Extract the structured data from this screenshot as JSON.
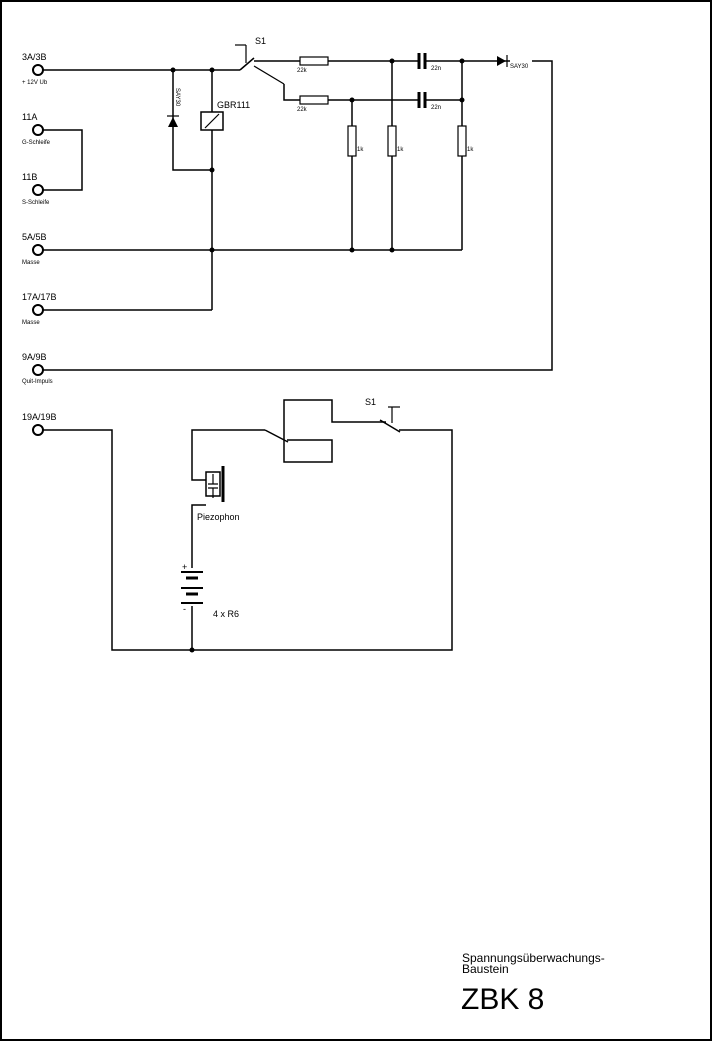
{
  "terminals": [
    {
      "id": "3A/3B",
      "sub": "+ 12V Ub"
    },
    {
      "id": "11A",
      "sub": "G-Schleife"
    },
    {
      "id": "11B",
      "sub": "S-Schleife"
    },
    {
      "id": "5A/5B",
      "sub": "Masse"
    },
    {
      "id": "17A/17B",
      "sub": "Masse"
    },
    {
      "id": "9A/9B",
      "sub": "Quit-Impuls"
    },
    {
      "id": "19A/19B",
      "sub": ""
    }
  ],
  "components": {
    "switch_label": "S1",
    "relay_label": "GBR111",
    "diode_label": "SAY30",
    "resistor_label": "22k",
    "capacitor_label": "22n",
    "small_resistor_label": "1k",
    "switch2_label": "S1",
    "piezo_label": "Piezophon",
    "battery_label": "4 x R6",
    "battery_plus": "+",
    "battery_minus": "-"
  },
  "title": {
    "line1": "Spannungsüberwachungs-",
    "line2": "Baustein",
    "name": "ZBK 8"
  }
}
